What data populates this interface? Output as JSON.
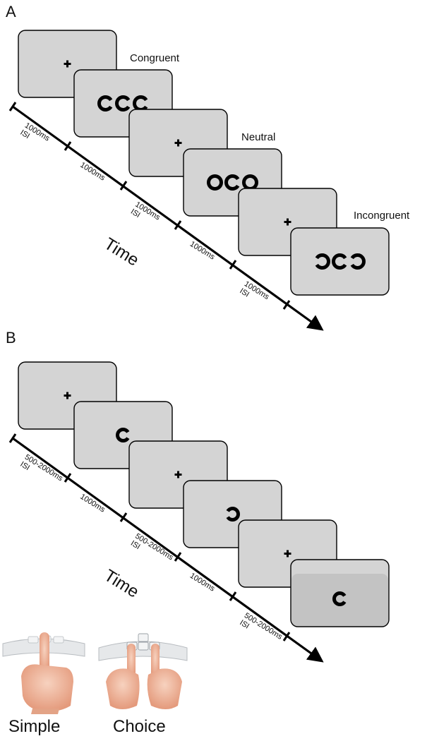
{
  "panel_a": {
    "letter": "A",
    "condition_labels": [
      "Congruent",
      "Neutral",
      "Incongruent"
    ],
    "time_label": "Time",
    "interval_labels": [
      [
        "1000ms",
        "ISI"
      ],
      [
        "1000ms"
      ],
      [
        "1000ms",
        "ISI"
      ],
      [
        "1000ms"
      ],
      [
        "1000ms",
        "ISI"
      ]
    ]
  },
  "panel_b": {
    "letter": "B",
    "time_label": "Time",
    "interval_labels": [
      [
        "500-2000ms",
        "ISI"
      ],
      [
        "1000ms"
      ],
      [
        "500-2000ms",
        "ISI"
      ],
      [
        "1000ms"
      ],
      [
        "500-2000ms",
        "ISI"
      ]
    ]
  },
  "response_labels": [
    "Simple",
    "Choice"
  ],
  "colors": {
    "screen_fill": "#d4d4d4",
    "screen_fill_dark": "#c3c3c3",
    "stroke": "#000000",
    "skin": "#f0bba0",
    "keyboard": "#e6e8ea"
  }
}
